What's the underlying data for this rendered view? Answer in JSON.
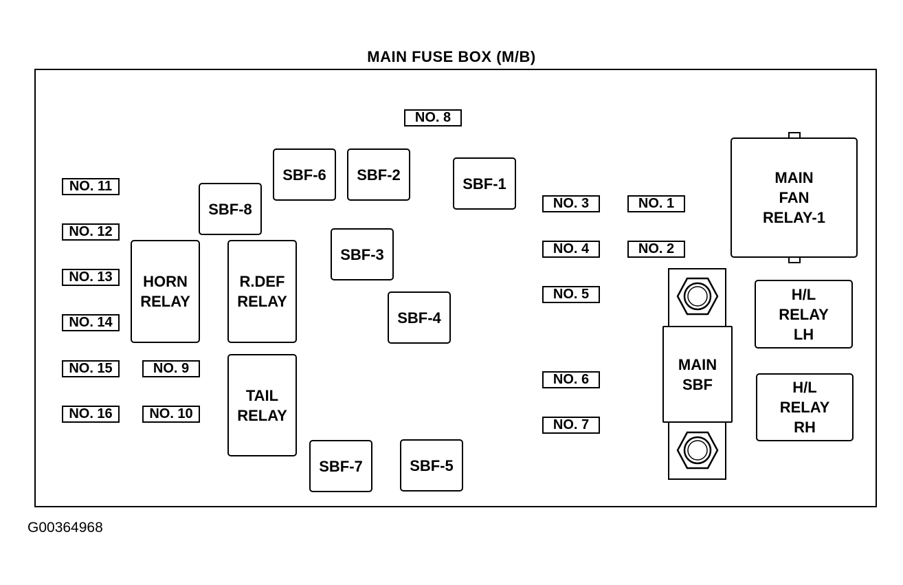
{
  "title": "MAIN FUSE BOX (M/B)",
  "figure_code": "G00364968",
  "fuses": {
    "no1": "NO. 1",
    "no2": "NO. 2",
    "no3": "NO. 3",
    "no4": "NO. 4",
    "no5": "NO. 5",
    "no6": "NO. 6",
    "no7": "NO. 7",
    "no8": "NO. 8",
    "no9": "NO. 9",
    "no10": "NO. 10",
    "no11": "NO. 11",
    "no12": "NO. 12",
    "no13": "NO. 13",
    "no14": "NO. 14",
    "no15": "NO. 15",
    "no16": "NO. 16"
  },
  "sbf": {
    "sbf1": "SBF-1",
    "sbf2": "SBF-2",
    "sbf3": "SBF-3",
    "sbf4": "SBF-4",
    "sbf5": "SBF-5",
    "sbf6": "SBF-6",
    "sbf7": "SBF-7",
    "sbf8": "SBF-8"
  },
  "relays": {
    "horn": "HORN\nRELAY",
    "rdef": "R.DEF\nRELAY",
    "tail": "TAIL\nRELAY",
    "main_fan": "MAIN\nFAN\nRELAY-1",
    "hl_lh": "H/L\nRELAY\nLH",
    "hl_rh": "H/L\nRELAY\nRH",
    "main_sbf": "MAIN\nSBF"
  }
}
